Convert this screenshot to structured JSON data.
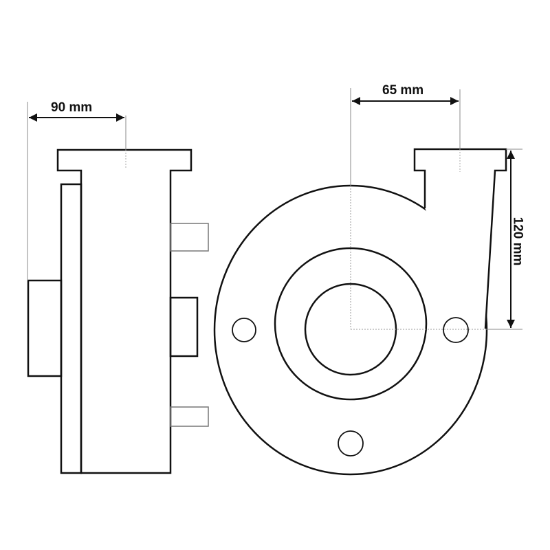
{
  "dimensions": {
    "width_label": "90 mm",
    "offset_label": "65 mm",
    "height_label": "120 mm"
  },
  "colors": {
    "line": "#111111",
    "guide": "#888888"
  }
}
